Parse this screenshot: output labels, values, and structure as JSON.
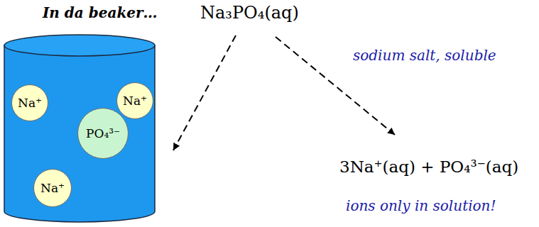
{
  "diagram": {
    "nodes": [
      {
        "text": [
          "Na⁺"
        ]
      },
      {
        "text": [
          "Na⁺"
        ]
      },
      {
        "text": [
          "PO₄³⁻"
        ]
      },
      {
        "text": [
          "Na⁺"
        ]
      }
    ],
    "labels": [
      "In da beaker…",
      "Na₃PO₄(aq)",
      "sodium salt, soluble",
      "3Na⁺(aq) + PO₄³⁻(aq)",
      "ions only in solution!"
    ]
  }
}
